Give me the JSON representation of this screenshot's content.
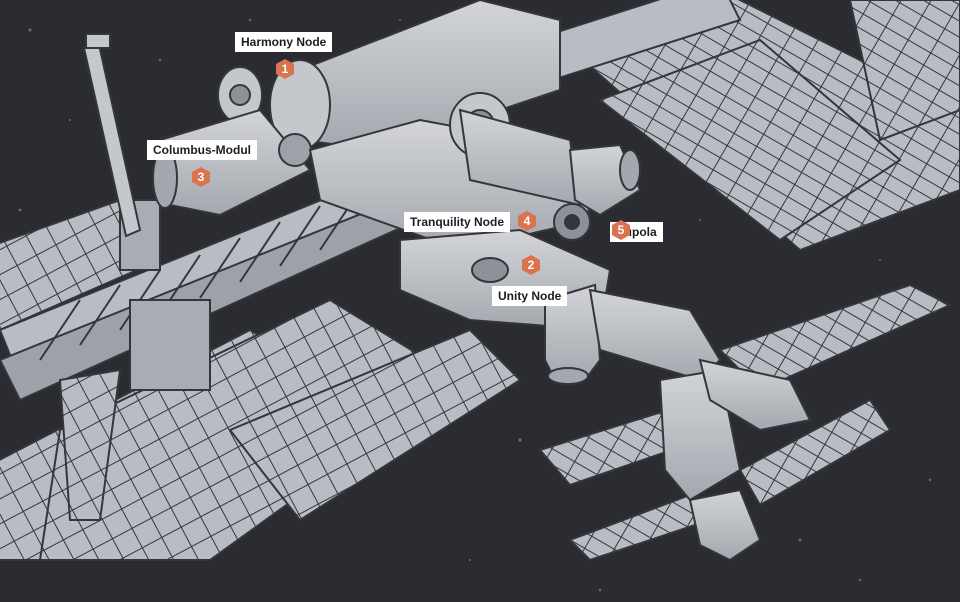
{
  "colors": {
    "background": "#2a2c31",
    "structure_fill": "#b9bcc2",
    "structure_dark": "#8e9298",
    "line": "#34363b",
    "marker": "#d9744f",
    "label_bg": "#ffffff"
  },
  "icons": {
    "marker_shape": "hexagon-icon"
  },
  "modules": [
    {
      "number": "1",
      "label": "Harmony Node"
    },
    {
      "number": "2",
      "label": "Unity Node"
    },
    {
      "number": "3",
      "label": "Columbus-Modul"
    },
    {
      "number": "4",
      "label": "Tranquility Node"
    },
    {
      "number": "5",
      "label": "Cupola"
    }
  ]
}
